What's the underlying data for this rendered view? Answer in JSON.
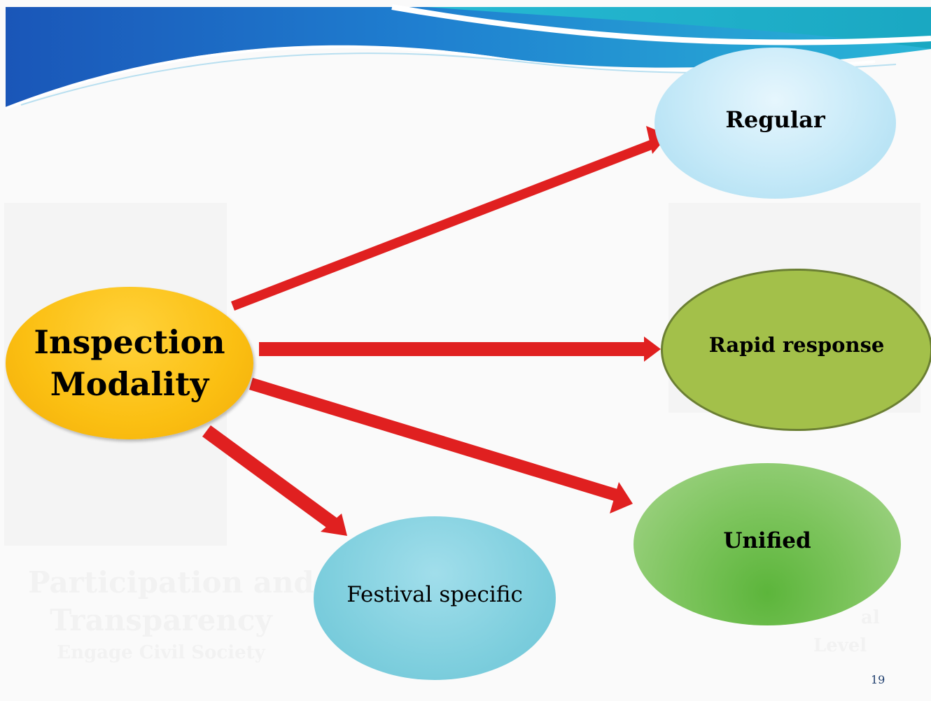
{
  "diagram": {
    "center": {
      "label_line1": "Inspection",
      "label_line2": "Modality"
    },
    "branches": {
      "regular": "Regular",
      "rapid": "Rapid response",
      "unified": "Unified",
      "festival": "Festival specific"
    }
  },
  "background_text": {
    "left_title_line1": "Participation and",
    "left_title_line2": "Transparency",
    "left_subtitle": "Engage Civil Society",
    "right_fragment_line1": "al",
    "right_fragment_line2": "Level"
  },
  "page_number": "19",
  "colors": {
    "arrow": "#e02020",
    "center_fill": "#fbbf12",
    "regular_fill": "#c5e9f8",
    "rapid_fill": "#a3c04a",
    "unified_fill": "#6cbf4a",
    "festival_fill": "#7fcfde",
    "header_blue": "#1a6fc4",
    "header_teal": "#1fb4c8"
  }
}
